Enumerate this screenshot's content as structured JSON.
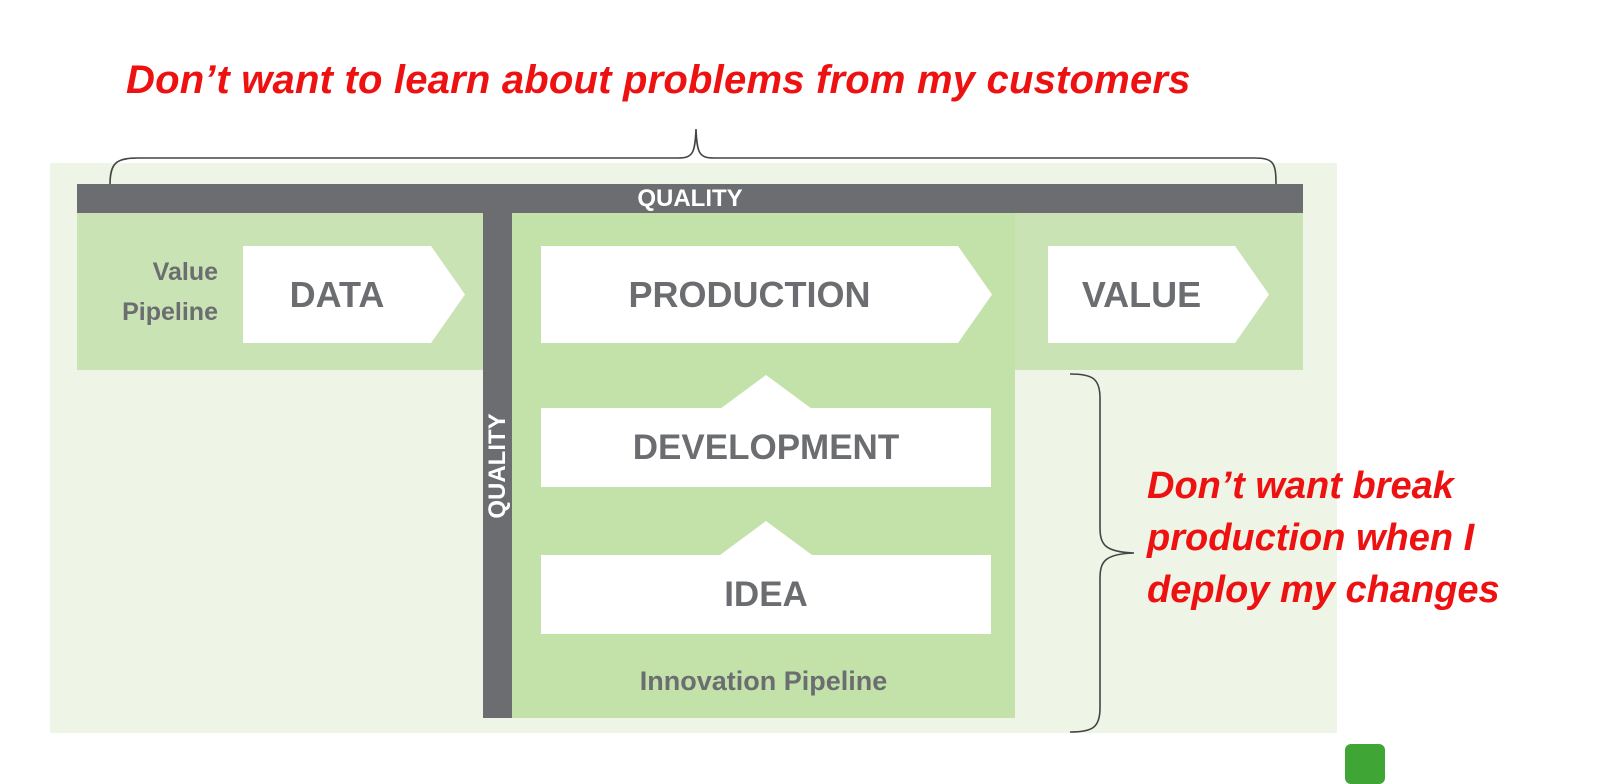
{
  "heading": "Don’t want to learn about problems from my customers",
  "side_note": {
    "lines": [
      "Don’t want break",
      "production when I",
      "deploy my changes"
    ]
  },
  "quality_label_horizontal": "QUALITY",
  "quality_label_vertical": "QUALITY",
  "value_pipeline": {
    "label_line1": "Value",
    "label_line2": "Pipeline",
    "steps": [
      "DATA",
      "PRODUCTION",
      "VALUE"
    ]
  },
  "innovation_pipeline": {
    "label": "Innovation Pipeline",
    "steps": [
      "DEVELOPMENT",
      "IDEA"
    ]
  },
  "colors": {
    "accent_red": "#ee1111",
    "quality_gray": "#6b6d70",
    "band_green": "#c9e3b4",
    "panel_green": "#eef5e6"
  }
}
